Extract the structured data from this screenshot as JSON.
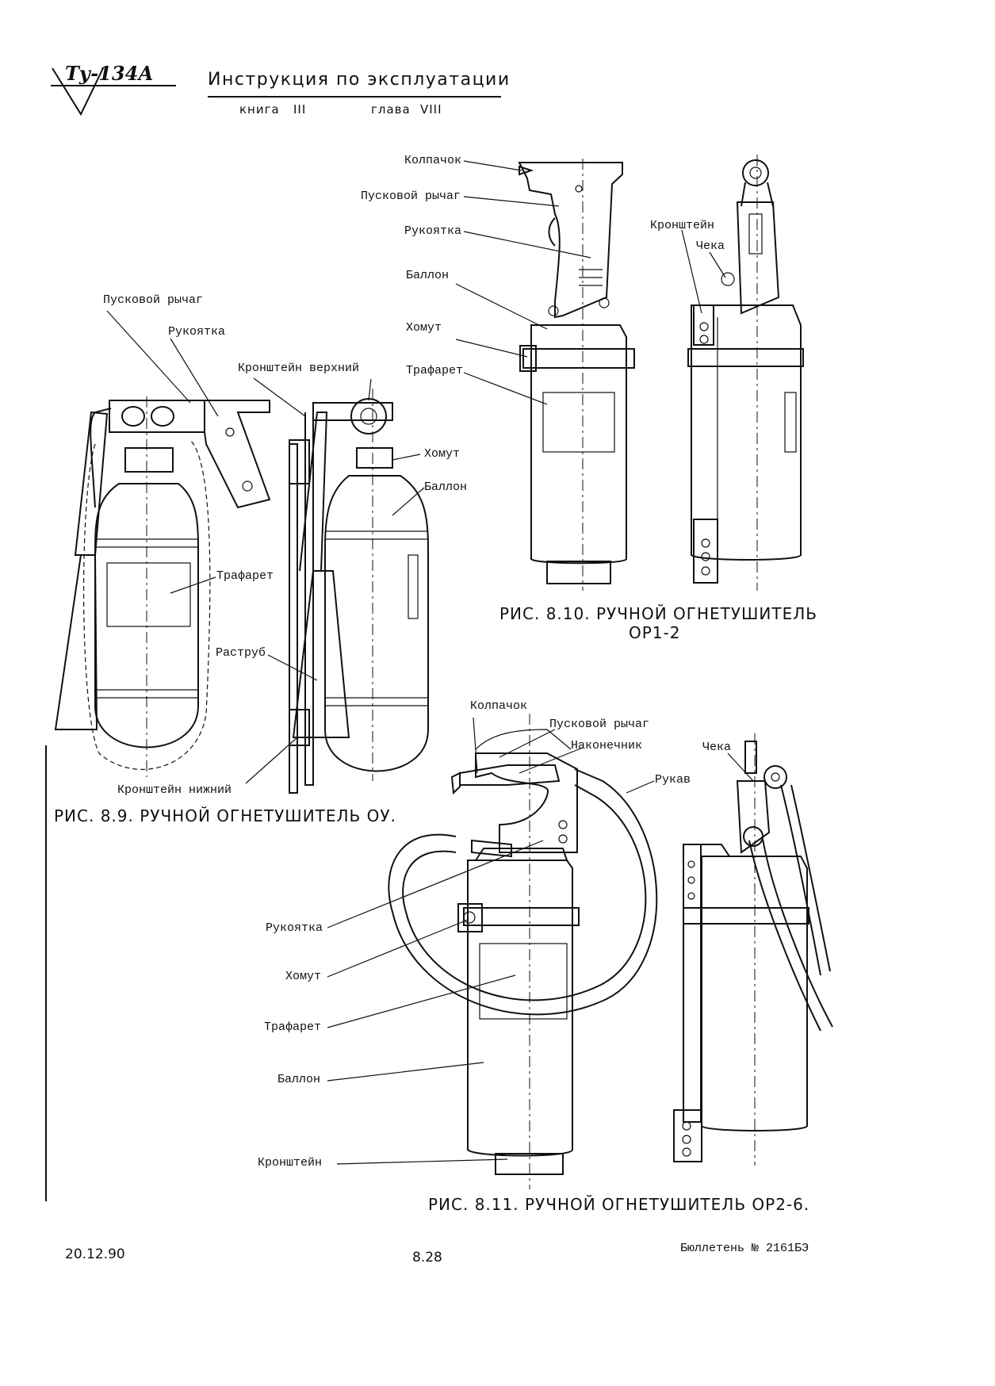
{
  "header": {
    "logo_text": "Ту-134А",
    "title": "Инструкция по эксплуатации",
    "book_label": "книга",
    "book_number": "III",
    "chapter_label": "глава",
    "chapter_number": "VIII"
  },
  "fig_8_9": {
    "caption": "РИС. 8.9. РУЧНОЙ ОГНЕТУШИТЕЛЬ ОУ.",
    "labels": {
      "trigger": "Пусковой рычаг",
      "handle": "Рукоятка",
      "upper_bracket": "Кронштейн верхний",
      "clamp": "Хомут",
      "cylinder": "Баллон",
      "stencil": "Трафарет",
      "horn": "Раструб",
      "lower_bracket": "Кронштейн нижний"
    }
  },
  "fig_8_10": {
    "caption_line1": "РИС. 8.10. РУЧНОЙ ОГНЕТУШИТЕЛЬ",
    "caption_line2": "ОР1-2",
    "labels": {
      "cap": "Колпачок",
      "trigger": "Пусковой рычаг",
      "handle": "Рукоятка",
      "cylinder": "Баллон",
      "clamp": "Хомут",
      "stencil": "Трафарет",
      "bracket": "Кронштейн",
      "pin": "Чека"
    }
  },
  "fig_8_11": {
    "caption_prefix": "РИС. 8.11.",
    "caption_text": "РУЧНОЙ ОГНЕТУШИТЕЛЬ ОР2-6.",
    "labels": {
      "cap": "Колпачок",
      "trigger": "Пусковой рычаг",
      "tip": "Наконечник",
      "pin": "Чека",
      "hose": "Рукав",
      "handle": "Рукоятка",
      "clamp": "Хомут",
      "stencil": "Трафарет",
      "cylinder": "Баллон",
      "bracket": "Кронштейн"
    }
  },
  "footer": {
    "date": "20.12.90",
    "page": "8.28",
    "bulletin": "Бюллетень № 2161БЭ"
  }
}
